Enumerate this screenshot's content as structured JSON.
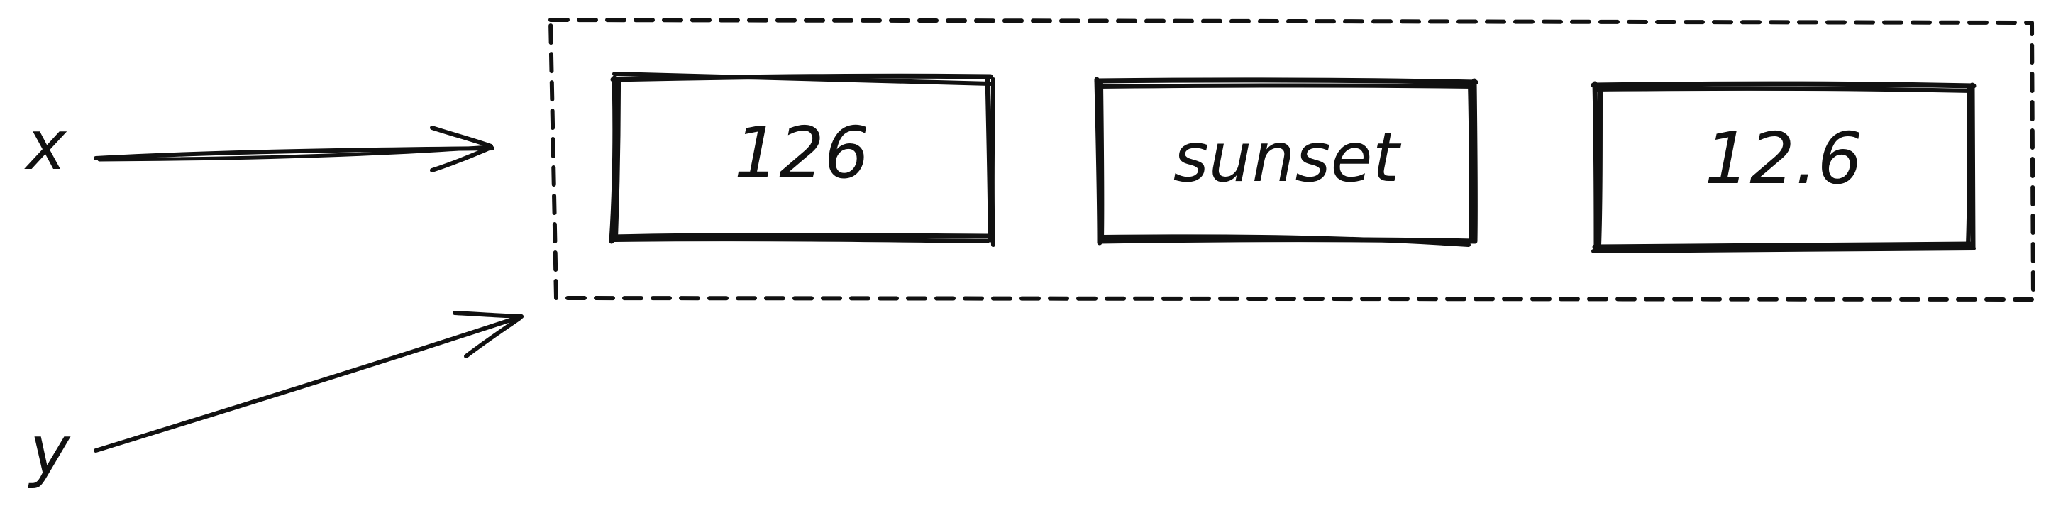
{
  "variables": [
    {
      "name": "x"
    },
    {
      "name": "y"
    }
  ],
  "list": {
    "items": [
      {
        "value": "126"
      },
      {
        "value": "sunset"
      },
      {
        "value": "12.6"
      }
    ]
  },
  "colors": {
    "ink": "#111111",
    "background": "#ffffff"
  }
}
